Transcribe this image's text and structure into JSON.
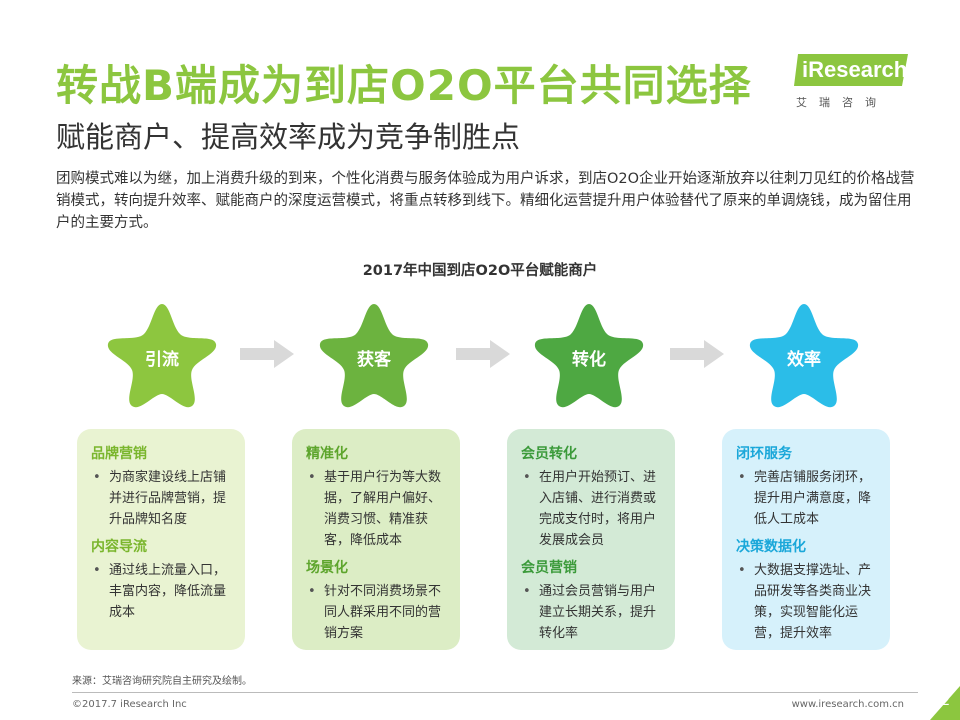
{
  "title": "转战B端成为到店O2O平台共同选择",
  "subtitle": "赋能商户、提高效率成为竞争制胜点",
  "intro": "团购模式难以为继，加上消费升级的到来，个性化消费与服务体验成为用户诉求，到店O2O企业开始逐渐放弃以往刺刀见红的价格战营销模式，转向提升效率、赋能商户的深度运营模式，将重点转移到线下。精细化运营提升用户体验替代了原来的单调烧钱，成为留住用户的主要方式。",
  "logo": {
    "brand": "iResearch",
    "sub": "艾瑞咨询"
  },
  "chart_title": "2017年中国到店O2O平台赋能商户",
  "colors": {
    "title_green": "#8cc63f",
    "star1": "#8dc63f",
    "star2": "#6cb33f",
    "star3": "#4ea842",
    "star4": "#2bbde8",
    "card1": "#e9f3d2",
    "card2": "#dcedc5",
    "card3": "#d3ead6",
    "card4": "#d6f1fb",
    "head1": "#7ab62d",
    "head2": "#5da52c",
    "head3": "#3b9a3a",
    "head4": "#1aa7d9"
  },
  "steps": [
    {
      "label": "引流",
      "sections": [
        {
          "heading": "品牌营销",
          "bullets": [
            "为商家建设线上店铺并进行品牌营销，提升品牌知名度"
          ]
        },
        {
          "heading": "内容导流",
          "bullets": [
            "通过线上流量入口，丰富内容，降低流量成本"
          ]
        }
      ]
    },
    {
      "label": "获客",
      "sections": [
        {
          "heading": "精准化",
          "bullets": [
            "基于用户行为等大数据，了解用户偏好、消费习惯、精准获客，降低成本"
          ]
        },
        {
          "heading": "场景化",
          "bullets": [
            "针对不同消费场景不同人群采用不同的营销方案"
          ]
        }
      ]
    },
    {
      "label": "转化",
      "sections": [
        {
          "heading": "会员转化",
          "bullets": [
            "在用户开始预订、进入店铺、进行消费或完成支付时，将用户发展成会员"
          ]
        },
        {
          "heading": "会员营销",
          "bullets": [
            "通过会员营销与用户建立长期关系，提升转化率"
          ]
        }
      ]
    },
    {
      "label": "效率",
      "sections": [
        {
          "heading": "闭环服务",
          "bullets": [
            "完善店铺服务闭环，提升用户满意度，降低人工成本"
          ]
        },
        {
          "heading": "决策数据化",
          "bullets": [
            "大数据支撑选址、产品研发等各类商业决策，实现智能化运营，提升效率"
          ]
        }
      ]
    }
  ],
  "source": "来源：艾瑞咨询研究院自主研究及绘制。",
  "copyright": "©2017.7 iResearch Inc",
  "website": "www.iresearch.com.cn",
  "page_number": "22"
}
